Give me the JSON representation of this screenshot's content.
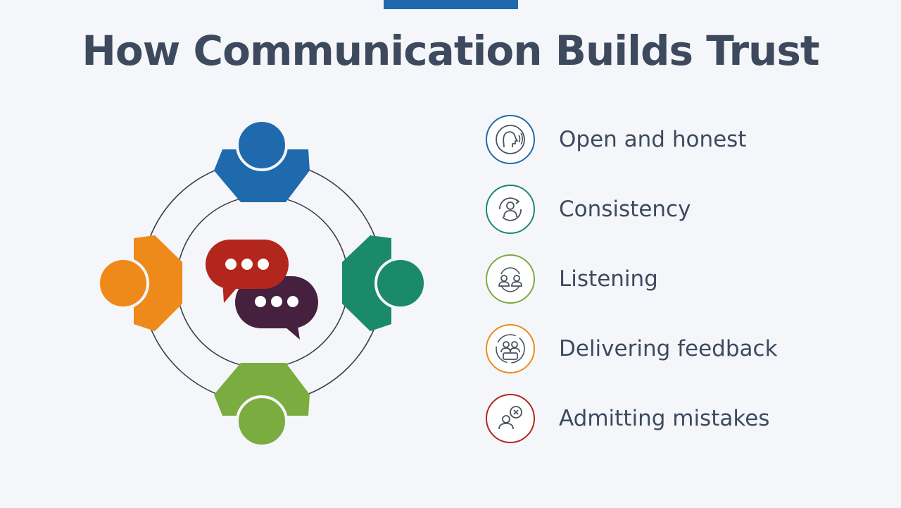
{
  "title": "How Communication Builds Trust",
  "colors": {
    "background": "#f5f6fa",
    "title_text": "#3d4a5e",
    "accent_bar": "#1f6aad",
    "person_top": "#1f6aad",
    "person_right": "#1a8a6a",
    "person_bottom": "#7aac3f",
    "person_left": "#ee8a1a",
    "bubble_front": "#b3261e",
    "bubble_back": "#46213f"
  },
  "diagram": {
    "people": [
      {
        "position": "top",
        "icon": "person-icon"
      },
      {
        "position": "right",
        "icon": "person-icon"
      },
      {
        "position": "bottom",
        "icon": "person-icon"
      },
      {
        "position": "left",
        "icon": "person-icon"
      }
    ],
    "center_icon": "speech-bubbles-icon"
  },
  "items": [
    {
      "label": "Open and honest",
      "icon": "speaking-head-icon",
      "color": "#1f6aad"
    },
    {
      "label": "Consistency",
      "icon": "person-cycle-icon",
      "color": "#1a8a6a"
    },
    {
      "label": "Listening",
      "icon": "two-people-conversation-icon",
      "color": "#7aac3f"
    },
    {
      "label": "Delivering feedback",
      "icon": "people-feedback-icon",
      "color": "#ee8a1a"
    },
    {
      "label": "Admitting mistakes",
      "icon": "person-error-icon",
      "color": "#b3261e"
    }
  ]
}
